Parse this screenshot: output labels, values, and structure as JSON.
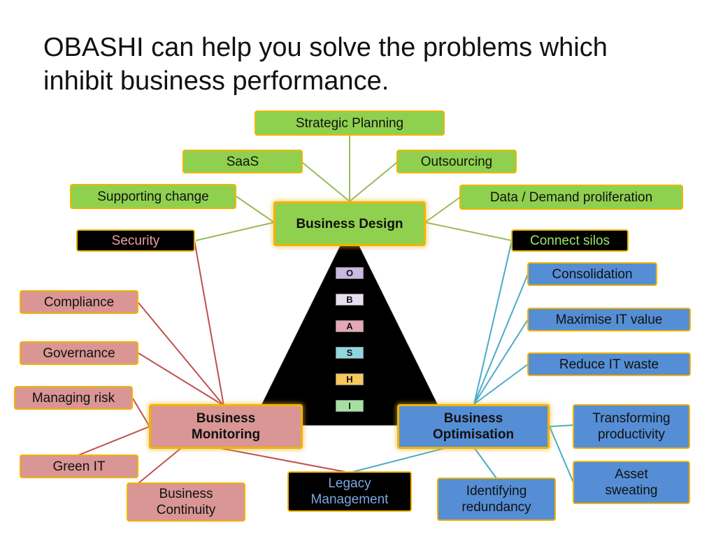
{
  "title": "OBASHI can help you solve the problems which inhibit business performance.",
  "hubs": {
    "design": "Business Design",
    "monitoring": "Business Monitoring",
    "optimisation": "Business Optimisation",
    "legacy": "Legacy Management"
  },
  "design_items": {
    "strategic": "Strategic Planning",
    "saas": "SaaS",
    "outsourcing": "Outsourcing",
    "supporting": "Supporting change",
    "data_demand": "Data / Demand proliferation",
    "security": "Security",
    "connect": "Connect silos"
  },
  "monitoring_items": {
    "compliance": "Compliance",
    "governance": "Governance",
    "managing_risk": "Managing risk",
    "green_it": "Green IT",
    "continuity": "Business Continuity"
  },
  "optimisation_items": {
    "consolidation": "Consolidation",
    "maximise": "Maximise IT value",
    "reduce": "Reduce IT waste",
    "transforming": "Transforming productivity",
    "asset": "Asset sweating",
    "identifying": "Identifying redundancy"
  },
  "obashi_letters": [
    "O",
    "B",
    "A",
    "S",
    "H",
    "I"
  ],
  "colors": {
    "design": "#8fd14f",
    "monitoring": "#d99694",
    "optimisation": "#558ed5",
    "border": "#f2b400",
    "design_line": "#9bbb59",
    "monitoring_line": "#c0504d",
    "optimisation_line": "#4bacc6"
  }
}
